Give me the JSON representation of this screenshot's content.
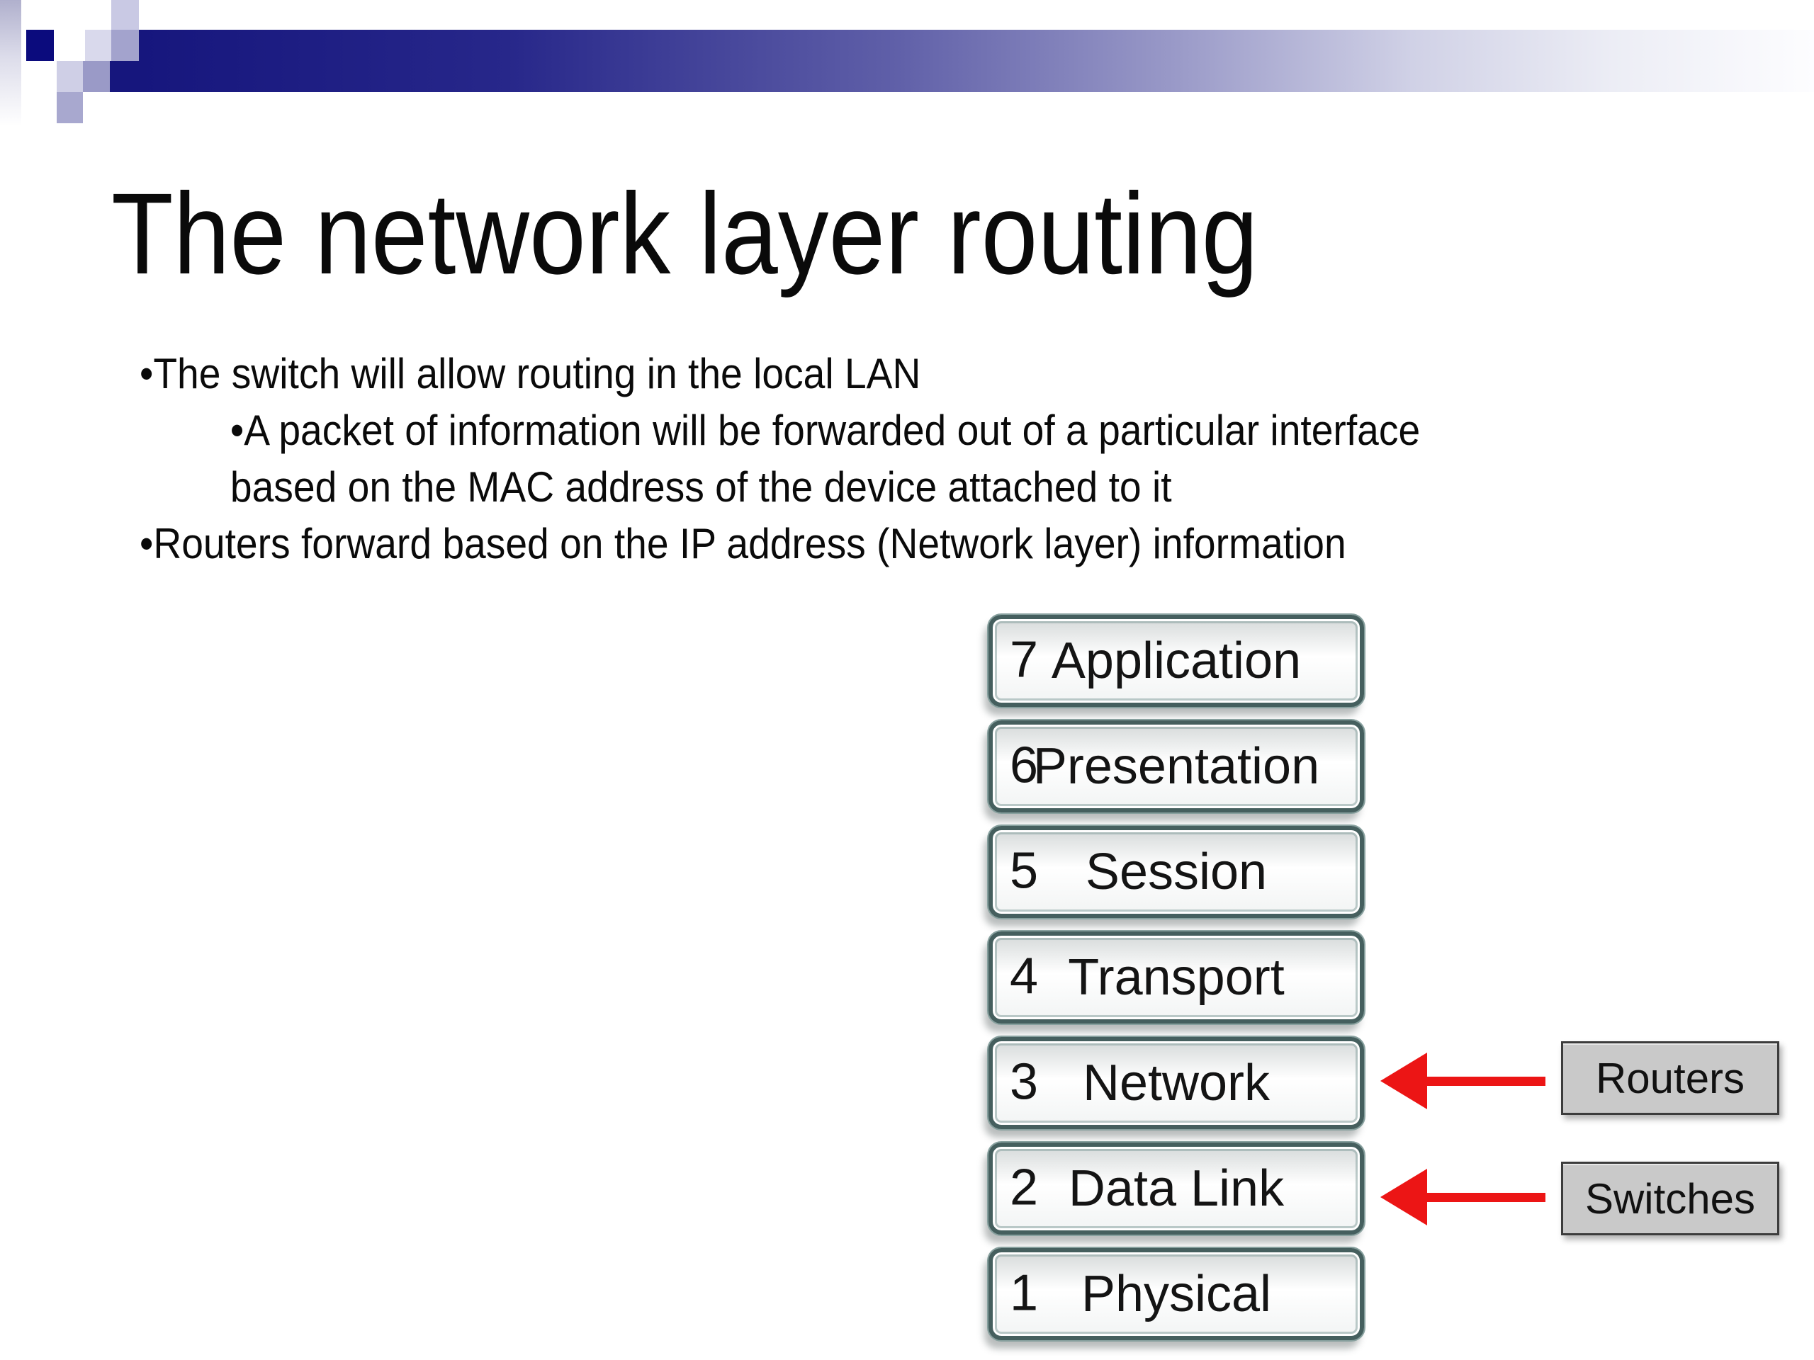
{
  "slide": {
    "title": "The network layer routing",
    "bullets": {
      "bullet_char": "•",
      "items": [
        {
          "level": 1,
          "lines": [
            "The switch will allow routing in the local LAN"
          ]
        },
        {
          "level": 2,
          "lines": [
            "A packet of information will be forwarded out of a particular interface",
            "based on the MAC address of the device attached to it"
          ]
        },
        {
          "level": 1,
          "lines": [
            "Routers forward based on the IP address (Network layer) information"
          ]
        }
      ]
    }
  },
  "diagram": {
    "layers": [
      {
        "number": "7",
        "name": "Application"
      },
      {
        "number": "6",
        "name": "Presentation"
      },
      {
        "number": "5",
        "name": "Session"
      },
      {
        "number": "4",
        "name": "Transport"
      },
      {
        "number": "3",
        "name": "Network"
      },
      {
        "number": "2",
        "name": "Data Link"
      },
      {
        "number": "1",
        "name": "Physical"
      }
    ],
    "annotations": [
      {
        "label": "Routers",
        "points_to": "Network"
      },
      {
        "label": "Switches",
        "points_to": "Data Link"
      }
    ]
  },
  "colors": {
    "accent-navy": "#16167d",
    "teal-border": "#455f5e",
    "arrow-red": "#ec1515",
    "label-gray": "#c9c9c9"
  }
}
